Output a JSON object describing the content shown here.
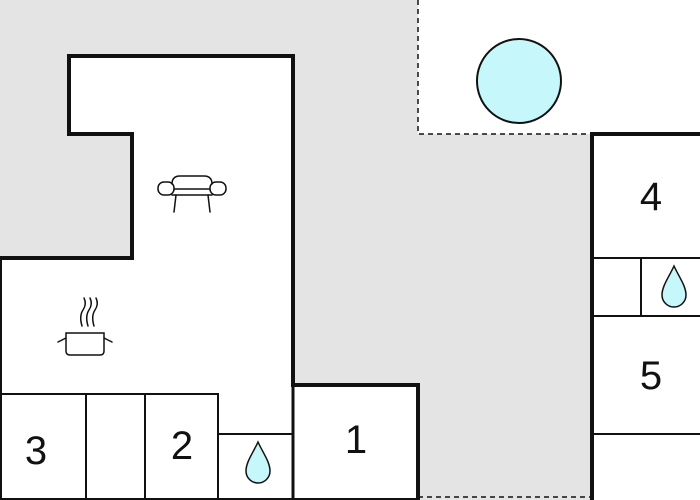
{
  "rooms": [
    {
      "id": "1",
      "label": "1"
    },
    {
      "id": "2",
      "label": "2"
    },
    {
      "id": "3",
      "label": "3"
    },
    {
      "id": "4",
      "label": "4"
    },
    {
      "id": "5",
      "label": "5"
    }
  ],
  "icons": [
    "sofa-icon",
    "cooking-pot-icon",
    "water-drop-icon",
    "pool-icon"
  ],
  "colors": {
    "outdoor": "#e4e4e4",
    "wall": "#111111",
    "water": "#c5f7fb",
    "interior": "#ffffff"
  }
}
